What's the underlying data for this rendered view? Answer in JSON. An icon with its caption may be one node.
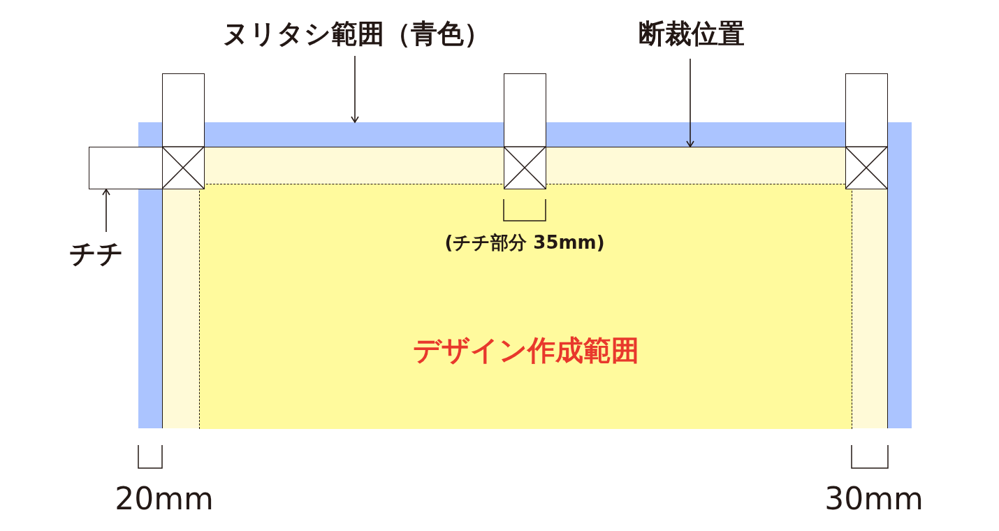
{
  "diagram": {
    "nodes": [
      {
        "text": [
          "ヌリタシ範囲（青色）"
        ]
      },
      {
        "text": [
          "断裁位置"
        ]
      },
      {
        "text": [],
        "shape": "box"
      },
      {
        "text": [],
        "shape": "box"
      },
      {
        "text": [],
        "shape": "box"
      },
      {
        "text": [],
        "shape": "box"
      },
      {
        "text": [],
        "shape": "box",
        "in": 5
      },
      {
        "text": [],
        "shape": "box"
      },
      {
        "text": [
          "チチ"
        ]
      },
      {
        "text": [
          "デザイン作成範囲"
        ],
        "in": 6
      }
    ],
    "edges": [
      {
        "from": 0,
        "to": 5,
        "arrow": "to"
      },
      {
        "from": 1,
        "to": 6,
        "arrow": "to"
      },
      {
        "from": 8,
        "to": 7,
        "arrow": "to"
      }
    ],
    "labels": [
      "(チチ部分 35mm)",
      "20mm",
      "30mm"
    ]
  }
}
